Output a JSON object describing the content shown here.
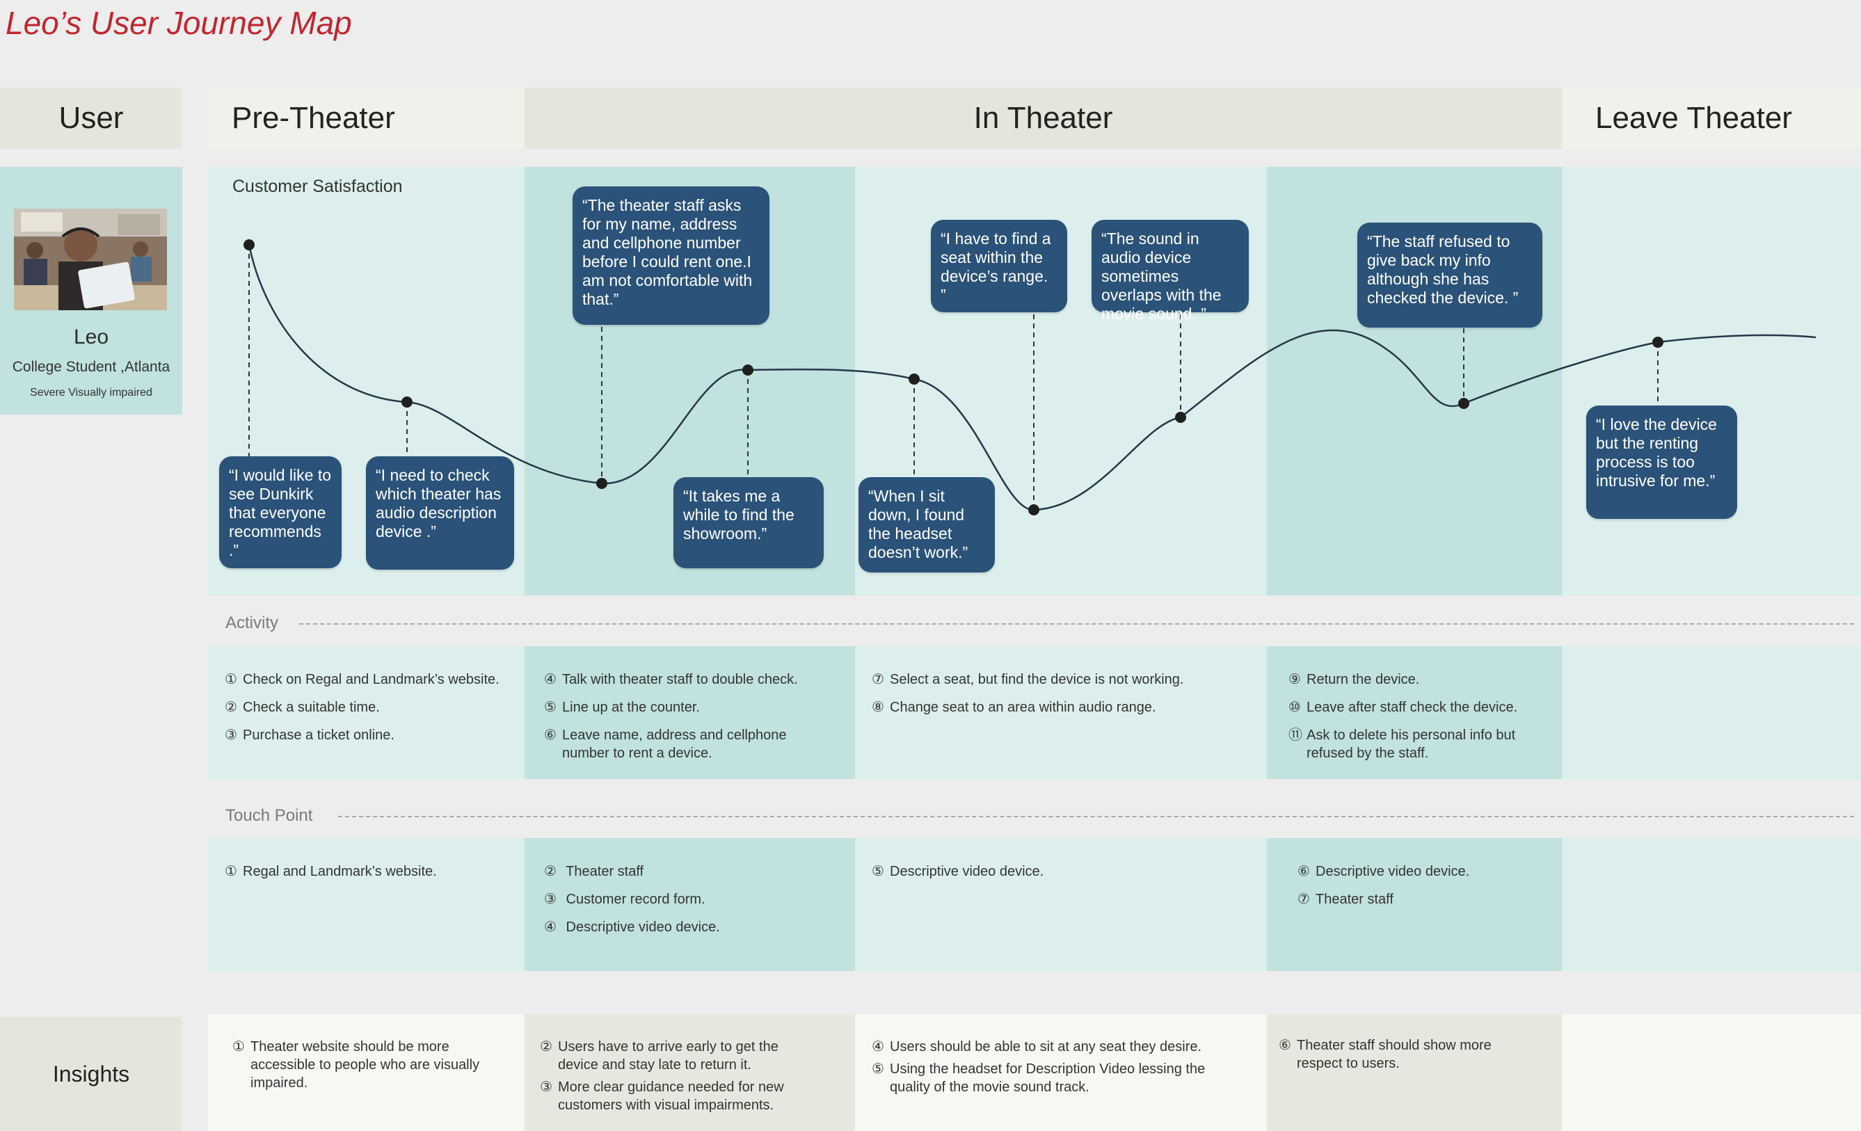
{
  "title": "Leo’s User Journey Map",
  "headers": {
    "user": "User",
    "pre_theater": "Pre-Theater",
    "in_theater": "In Theater",
    "leave_theater": "Leave Theater"
  },
  "user": {
    "name": "Leo",
    "role": "College Student ,Atlanta",
    "condition": "Severe Visually impaired"
  },
  "satisfaction": {
    "label": "Customer Satisfaction",
    "quotes": [
      "“I would like to see Dunkirk that everyone recommends .”",
      "“I need to check which theater has audio description device .”",
      "“The theater staff asks for my name, address and cellphone number before I could rent one.I am not comfortable with that.”",
      "“It takes me a while to find the showroom.”",
      "“When I sit down, I found the headset doesn’t work.”",
      "“I have to find a seat within the device’s range. ”",
      "“The sound in audio device sometimes overlaps with the movie sound. ”",
      "“The staff refused to give back my info although she has checked the device. ”",
      "“I love the device but the renting process is too intrusive for me.”"
    ]
  },
  "activity": {
    "label": "Activity",
    "pre_theater": [
      {
        "num": "①",
        "text": "Check on Regal and Landmark’s website."
      },
      {
        "num": "②",
        "text": "Check a suitable time."
      },
      {
        "num": "③",
        "text": "Purchase a ticket online."
      }
    ],
    "in_theater_1": [
      {
        "num": "④",
        "text": "Talk with theater staff to double check."
      },
      {
        "num": "⑤",
        "text": "Line up at the counter."
      },
      {
        "num": "⑥",
        "text": "Leave name, address and cellphone\nnumber to rent a device."
      }
    ],
    "in_theater_2": [
      {
        "num": "⑦",
        "text": "Select a seat, but find the device is not working."
      },
      {
        "num": "⑧",
        "text": "Change seat to an area within audio range."
      }
    ],
    "in_theater_3": [
      {
        "num": "⑨",
        "text": "Return the device."
      },
      {
        "num": "⑩",
        "text": "Leave after staff check the device."
      },
      {
        "num": "⑪",
        "text": "Ask to delete his personal info but\nrefused by the staff."
      }
    ]
  },
  "touch_point": {
    "label": "Touch Point",
    "pre_theater": [
      {
        "num": "①",
        "text": "Regal and Landmark’s website."
      }
    ],
    "in_theater_1": [
      {
        "num": "②",
        "text": " Theater staff"
      },
      {
        "num": "③",
        "text": " Customer record form."
      },
      {
        "num": "④",
        "text": " Descriptive video device."
      }
    ],
    "in_theater_2": [
      {
        "num": "⑤",
        "text": "Descriptive video device."
      }
    ],
    "in_theater_3": [
      {
        "num": "⑥",
        "text": "Descriptive video device."
      },
      {
        "num": "⑦",
        "text": "Theater staff"
      }
    ]
  },
  "insights": {
    "label": "Insights",
    "pre_theater": [
      {
        "num": "①",
        "text": "Theater website should be more\naccessible to people who are visually\nimpaired."
      }
    ],
    "in_theater_1": [
      {
        "num": "②",
        "text": "Users have to arrive early to get the\ndevice and stay late to return it."
      },
      {
        "num": "③",
        "text": "More clear guidance needed for new\ncustomers with visual impairments."
      }
    ],
    "in_theater_2": [
      {
        "num": "④",
        "text": "Users should be able to sit at any seat they desire."
      },
      {
        "num": "⑤",
        "text": "Using the headset for Description Video lessing the\nquality of the movie sound track."
      }
    ],
    "in_theater_3": [
      {
        "num": "⑥",
        "text": "Theater staff should show more\nrespect to users."
      }
    ]
  },
  "colors": {
    "title": "#c0262f",
    "bubble": "#2b5278",
    "column_light": "#dcefec",
    "column_dark": "#c1e2de",
    "curve": "#26364a"
  }
}
